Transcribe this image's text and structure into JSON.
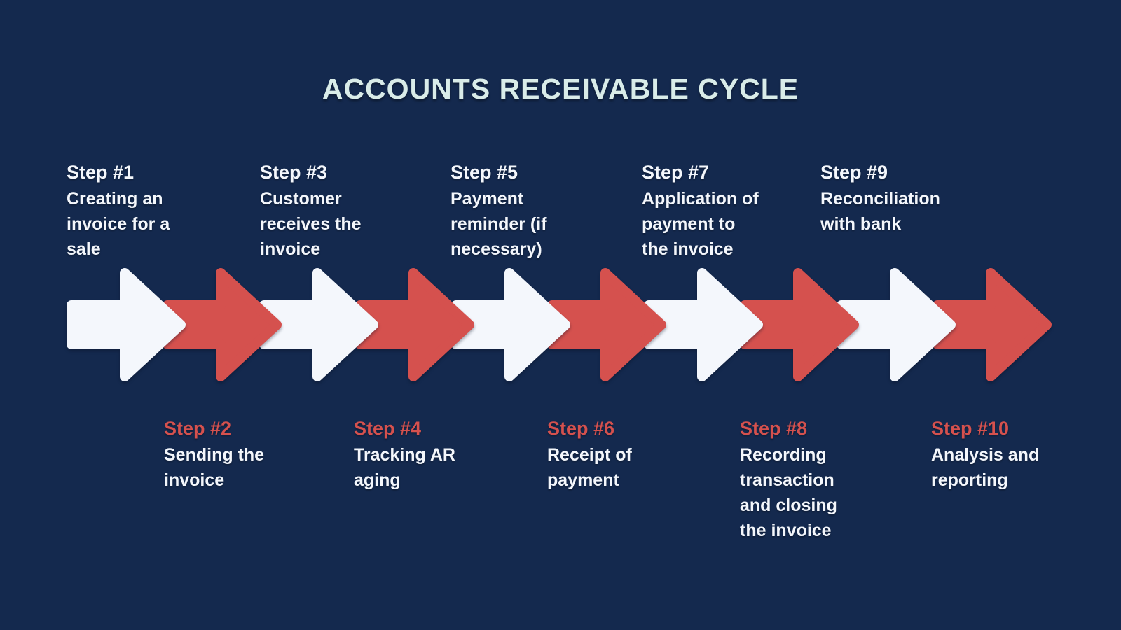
{
  "title": "ACCOUNTS RECEIVABLE CYCLE",
  "colors": {
    "background": "#14294e",
    "arrow_red": "#d5514e",
    "arrow_white": "#f4f7fc",
    "step_red": "#d5514e",
    "body_text": "#f4f7fc",
    "title_text": "#d9ece9"
  },
  "steps": [
    {
      "label": "Step #1",
      "placement": "top",
      "accent": "white",
      "lines": [
        "Creating an",
        "invoice for a",
        "sale"
      ]
    },
    {
      "label": "Step #2",
      "placement": "bottom",
      "accent": "red",
      "lines": [
        "Sending the",
        "invoice"
      ]
    },
    {
      "label": "Step #3",
      "placement": "top",
      "accent": "white",
      "lines": [
        "Customer",
        "receives the",
        "invoice"
      ]
    },
    {
      "label": "Step #4",
      "placement": "bottom",
      "accent": "red",
      "lines": [
        "Tracking AR",
        "aging"
      ]
    },
    {
      "label": "Step #5",
      "placement": "top",
      "accent": "white",
      "lines": [
        "Payment",
        "reminder (if",
        "necessary)"
      ]
    },
    {
      "label": "Step #6",
      "placement": "bottom",
      "accent": "red",
      "lines": [
        "Receipt of",
        "payment"
      ]
    },
    {
      "label": "Step #7",
      "placement": "top",
      "accent": "white",
      "lines": [
        "Application of",
        "payment to",
        "the invoice"
      ]
    },
    {
      "label": "Step #8",
      "placement": "bottom",
      "accent": "red",
      "lines": [
        "Recording",
        "transaction",
        "and closing",
        "the invoice"
      ]
    },
    {
      "label": "Step #9",
      "placement": "top",
      "accent": "white",
      "lines": [
        "Reconciliation",
        "with bank"
      ]
    },
    {
      "label": "Step #10",
      "placement": "bottom",
      "accent": "red",
      "lines": [
        "Analysis and",
        "reporting"
      ]
    }
  ]
}
